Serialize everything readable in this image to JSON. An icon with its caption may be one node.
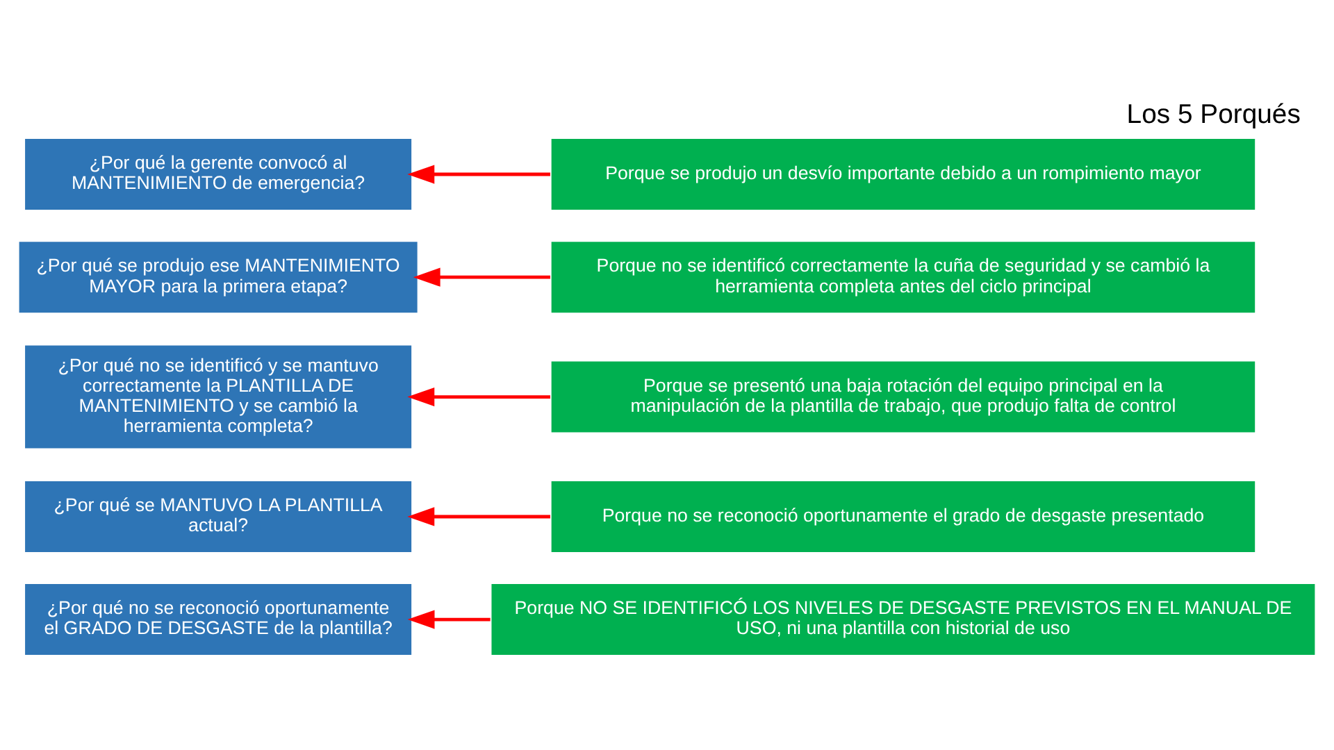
{
  "diagram": {
    "title": "Los 5 Porqués",
    "nodes": [
      {
        "text": [
          "¿Por qué la gerente convocó al MANTENIMIENTO de emergencia?"
        ]
      },
      {
        "text": [
          "Porque se produjo un desvío importante debido a un rompimiento mayor"
        ]
      },
      {
        "text": [
          "¿Por qué se produjo ese MANTENIMIENTO MAYOR para la primera etapa?"
        ]
      },
      {
        "text": [
          "Porque no se identificó correctamente la cuña de seguridad y se cambió la herramienta completa antes del ciclo principal"
        ]
      },
      {
        "text": [
          "¿Por qué no se identificó y se mantuvo correctamente la PLANTILLA DE MANTENIMIENTO y se cambió la herramienta completa?"
        ]
      },
      {
        "text": [
          "Porque se presentó una baja rotación del equipo principal en la manipulación de la plantilla de trabajo, que produjo falta de control"
        ]
      },
      {
        "text": [
          "¿Por qué se MANTUVO LA PLANTILLA actual?"
        ]
      },
      {
        "text": [
          "Porque no se reconoció oportunamente el grado de desgaste presentado"
        ]
      },
      {
        "text": [
          "¿Por qué no se reconoció oportunamente el GRADO DE DESGASTE de la plantilla?"
        ]
      },
      {
        "text": [
          "Porque NO SE IDENTIFICÓ LOS NIVELES DE DESGASTE PREVISTOS EN EL MANUAL DE USO, ni una plantilla con historial de uso"
        ]
      }
    ],
    "edges": [
      {
        "from": 1,
        "to": 0,
        "arrow": "to",
        "color": "#ff0000"
      },
      {
        "from": 3,
        "to": 2,
        "arrow": "to",
        "color": "#ff0000"
      },
      {
        "from": 5,
        "to": 4,
        "arrow": "to",
        "color": "#ff0000"
      },
      {
        "from": 7,
        "to": 6,
        "arrow": "to",
        "color": "#ff0000"
      },
      {
        "from": 9,
        "to": 8,
        "arrow": "to",
        "color": "#ff0000"
      }
    ]
  }
}
